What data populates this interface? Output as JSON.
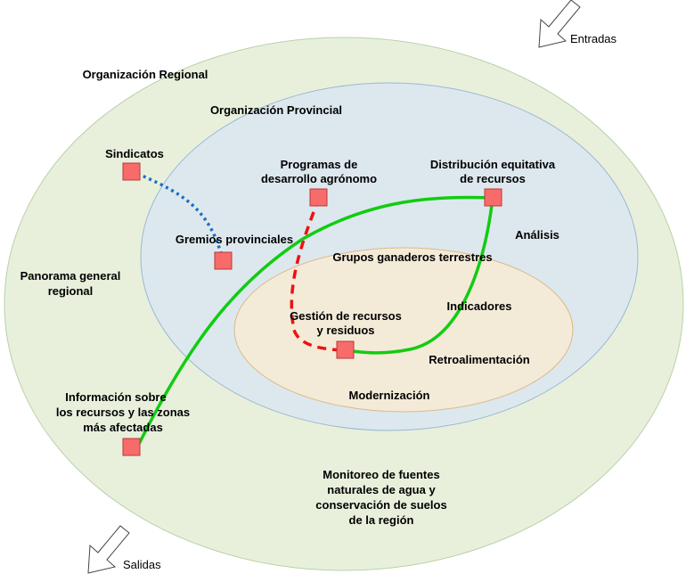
{
  "regions": {
    "regional": "Organización Regional",
    "provincial": "Organización Provincial",
    "groups": "Grupos ganaderos terrestres"
  },
  "arrows": {
    "input": "Entradas",
    "output": "Salidas"
  },
  "nodes": {
    "sindicatos": "Sindicatos",
    "programas": [
      "Programas de",
      "desarrollo agrónomo"
    ],
    "distribucion": [
      "Distribución equitativa",
      "de recursos"
    ],
    "gremios": "Gremios provinciales",
    "gestion": [
      "Gestión de recursos",
      "y residuos"
    ],
    "informacion": [
      "Información sobre",
      "los recursos y las zonas",
      "más afectadas"
    ]
  },
  "labels": {
    "panorama": [
      "Panorama general",
      "regional"
    ],
    "analisis": "Análisis",
    "indicadores": "Indicadores",
    "retroalimentacion": "Retroalimentación",
    "modernizacion": "Modernización",
    "monitoreo": [
      "Monitoreo de fuentes",
      "naturales de agua y",
      "conservación de suelos",
      "de la región"
    ]
  },
  "colors": {
    "regional_fill": "#e8f0dc",
    "provincial_fill": "#dde8ee",
    "groups_fill": "#f4ead8",
    "node_fill": "#f86b6b",
    "green_link": "#11cc11",
    "red_link": "#ee1111",
    "blue_link": "#1c6fc4"
  }
}
